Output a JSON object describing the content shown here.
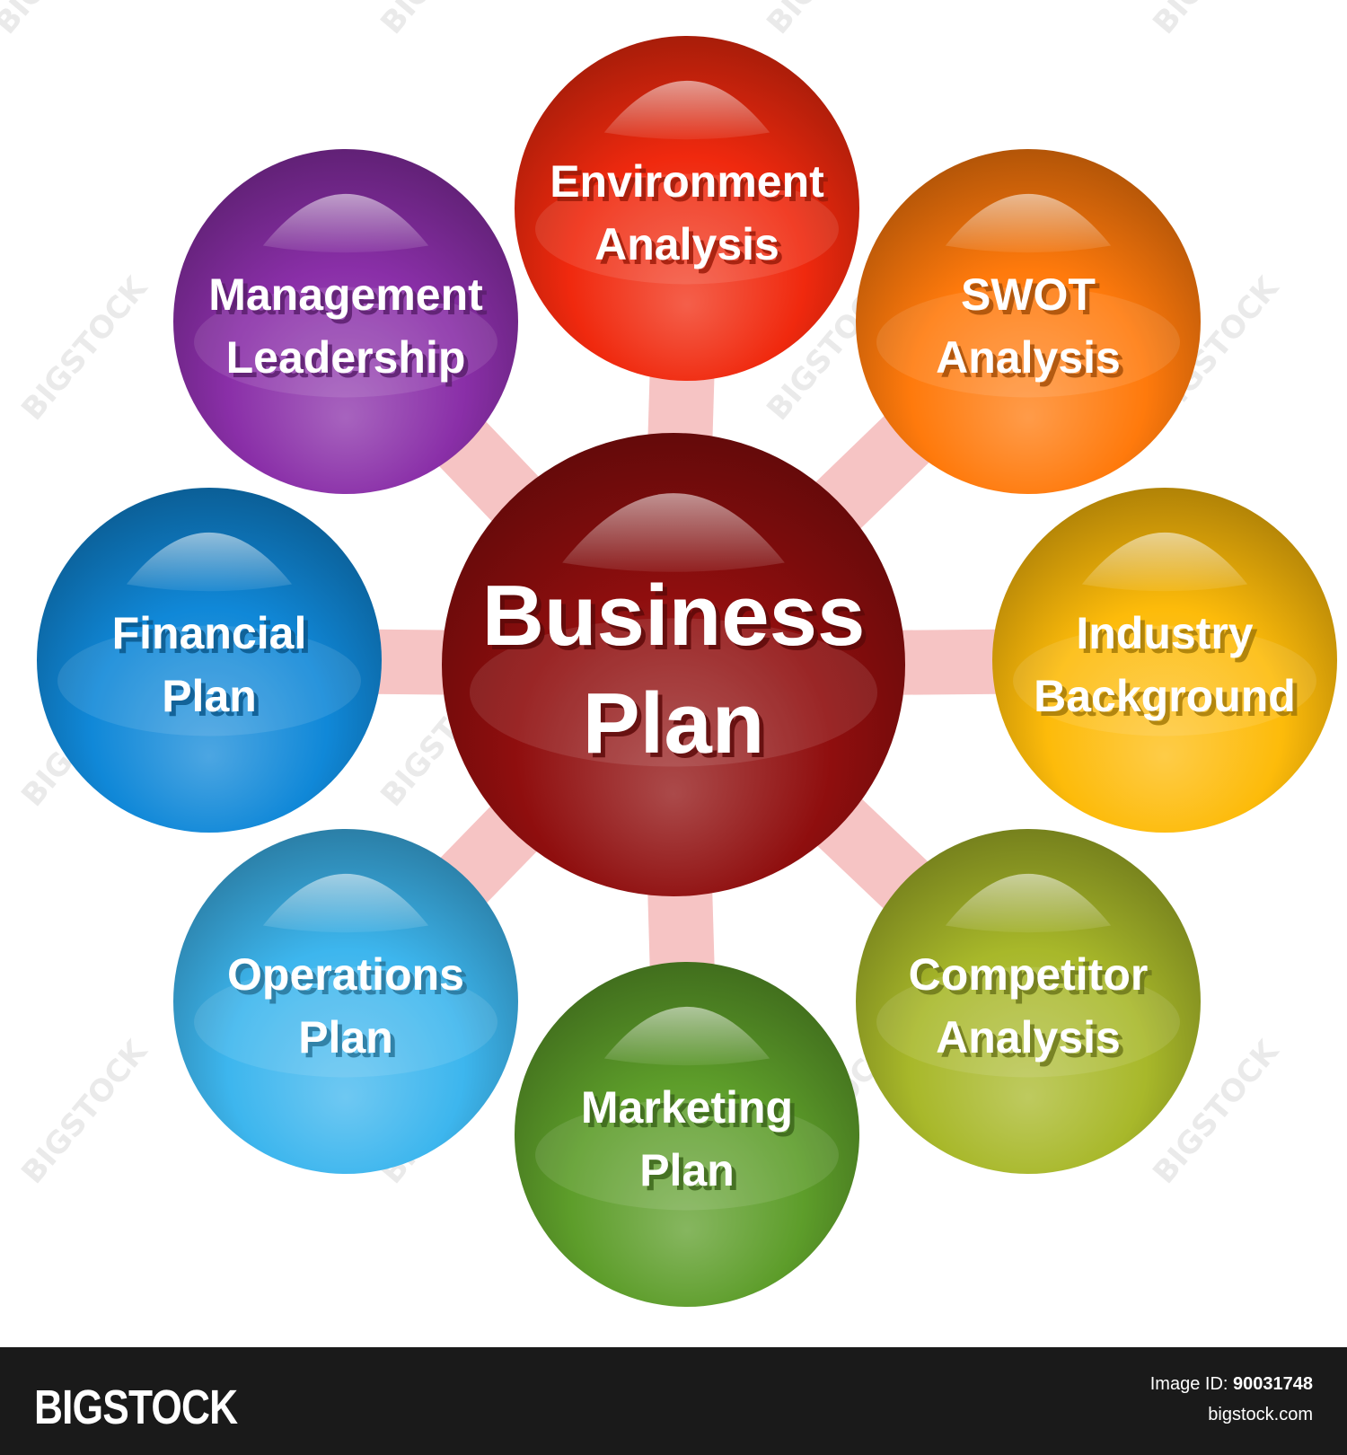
{
  "diagram": {
    "center": {
      "lines": [
        "Business",
        "Plan"
      ],
      "color": "#8f0e0e"
    },
    "nodes": [
      {
        "id": "environment",
        "lines": [
          "Environment",
          "Analysis"
        ],
        "color": "#f0290e"
      },
      {
        "id": "swot",
        "lines": [
          "SWOT",
          "Analysis"
        ],
        "color": "#ff7a0c"
      },
      {
        "id": "industry",
        "lines": [
          "Industry",
          "Background"
        ],
        "color": "#fdbb0a"
      },
      {
        "id": "competitor",
        "lines": [
          "Competitor",
          "Analysis"
        ],
        "color": "#a8b82a"
      },
      {
        "id": "marketing",
        "lines": [
          "Marketing",
          "Plan"
        ],
        "color": "#5d9d2a"
      },
      {
        "id": "operations",
        "lines": [
          "Operations",
          "Plan"
        ],
        "color": "#3db6ee"
      },
      {
        "id": "financial",
        "lines": [
          "Financial",
          "Plan"
        ],
        "color": "#1088d8"
      },
      {
        "id": "management",
        "lines": [
          "Management",
          "Leadership"
        ],
        "color": "#8a2fa8"
      }
    ],
    "connector_color": "#f6c4c4",
    "watermark": "BIGSTOCK"
  },
  "footer": {
    "logo": "BIGSTOCK",
    "image_id_label": "Image ID:",
    "image_id": "90031748",
    "url": "bigstock.com"
  }
}
